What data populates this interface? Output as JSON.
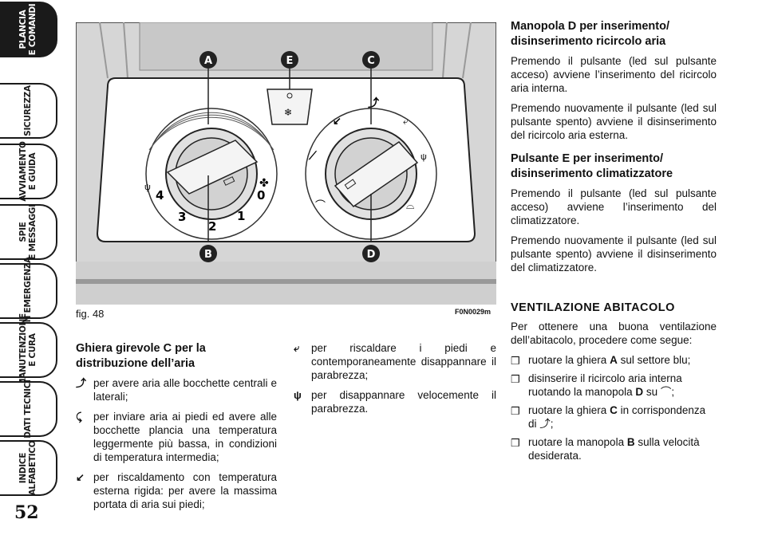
{
  "sidebar": {
    "tabs": [
      {
        "label": "PLANCIA\nE COMANDI",
        "active": true
      },
      {
        "label": "SICUREZZA",
        "active": false
      },
      {
        "label": "AVVIAMENTO\nE GUIDA",
        "active": false
      },
      {
        "label": "SPIE\nE MESSAGGI",
        "active": false
      },
      {
        "label": "IN EMERGENZA",
        "active": false
      },
      {
        "label": "MANUTENZIONE\nE CURA",
        "active": false
      },
      {
        "label": "DATI TECNICI",
        "active": false
      },
      {
        "label": "INDICE\nALFABETICO",
        "active": false
      }
    ],
    "page_number": "52"
  },
  "figure": {
    "caption": "fig. 48",
    "code": "F0N0029m",
    "callouts": [
      "A",
      "E",
      "C",
      "B",
      "D"
    ],
    "speed_labels": [
      "4",
      "3",
      "2",
      "1",
      "0"
    ]
  },
  "column1": {
    "heading": "Ghiera girevole C per la distribuzione dell’aria",
    "items": [
      "per avere aria alle bocchette centrali e laterali;",
      "per inviare aria ai piedi ed avere alle bocchette plancia una temperatura leggermente più bassa, in condizioni di temperatura intermedia;",
      "per riscaldamento con temperatura esterna rigida: per avere la massima portata di aria sui piedi;"
    ]
  },
  "column2": {
    "items": [
      "per riscaldare i piedi e contemporaneamente disappannare il parabrezza;",
      "per disappannare velocemente il parabrezza."
    ]
  },
  "column3": {
    "heading_d": "Manopola D per inserimento/ disinserimento ricircolo aria",
    "d_p1": "Premendo il pulsante (led sul pulsante acceso) avviene l’inserimento del ricircolo aria interna.",
    "d_p2": "Premendo nuovamente il pulsante (led sul pulsante spento) avviene il disinserimento del ricircolo aria esterna.",
    "heading_e": "Pulsante E per inserimento/ disinserimento climatizzatore",
    "e_p1": "Premendo il pulsante (led sul pulsante acceso) avviene l’inserimento del climatizzatore.",
    "e_p2": "Premendo nuovamente il pulsante (led sul pulsante spento) avviene il disinserimento del climatizzatore.",
    "vent_heading": "VENTILAZIONE ABITACOLO",
    "vent_intro": "Per ottenere una buona ventilazione dell’abitacolo, procedere come segue:",
    "steps": [
      {
        "pre": "ruotare la ghiera ",
        "key": "A",
        "post": " sul settore blu;"
      },
      {
        "pre": "disinserire il ricircolo aria interna ruotando la manopola ",
        "key": "D",
        "post": " su ⌒;"
      },
      {
        "pre": "ruotare la ghiera ",
        "key": "C",
        "post": " in corrispondenza di ⤴;"
      },
      {
        "pre": "ruotare la manopola ",
        "key": "B",
        "post": " sulla velocità desiderata."
      }
    ]
  },
  "icons": [
    "face-vent-icon",
    "face-feet-icon",
    "feet-icon",
    "feet-defrost-icon",
    "defrost-icon",
    "recirculation-off-icon"
  ]
}
